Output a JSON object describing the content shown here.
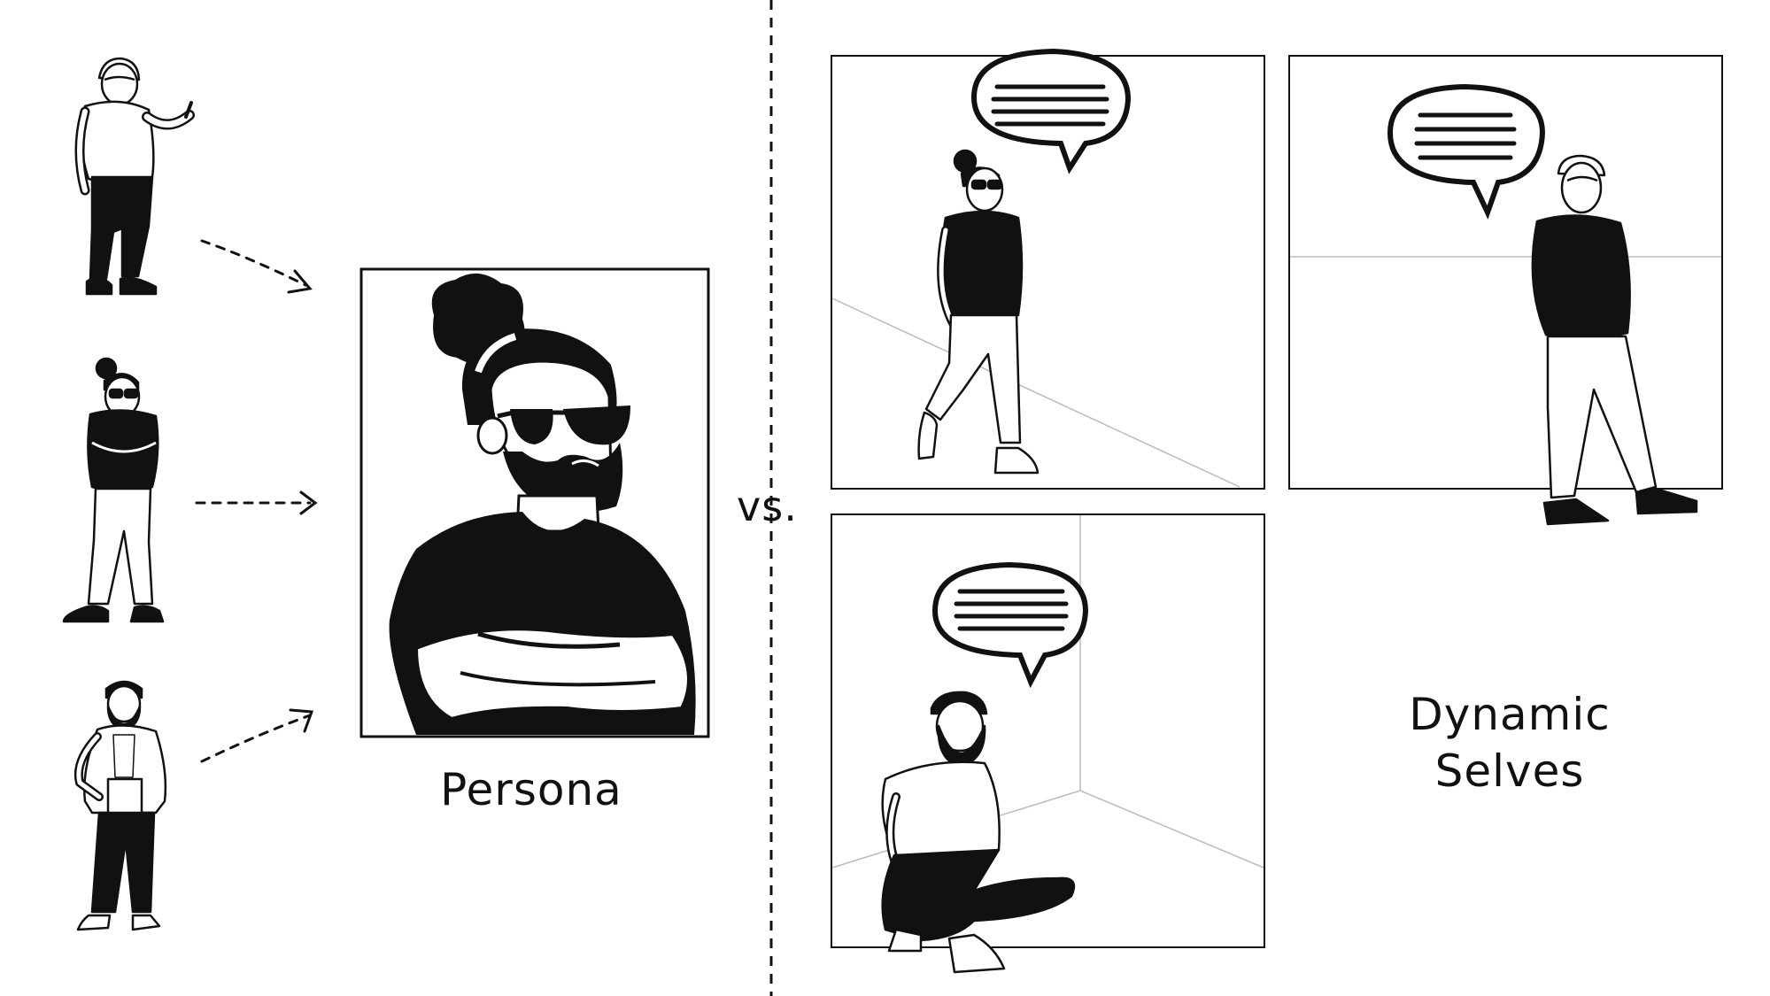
{
  "left": {
    "persona_label": "Persona",
    "individuals": [
      {
        "icon": "beanie-man-pointing-icon"
      },
      {
        "icon": "bun-woman-sunglasses-icon"
      },
      {
        "icon": "bearded-man-blazer-icon"
      }
    ],
    "portrait_icon": "bearded-man-sunglasses-arms-crossed-icon"
  },
  "divider": {
    "vs_label": "vs."
  },
  "right": {
    "label_line1": "Dynamic",
    "label_line2": "Selves",
    "panels": [
      {
        "icon": "woman-walking-speech-bubble-icon"
      },
      {
        "icon": "man-standing-speech-bubble-icon"
      },
      {
        "icon": "man-sitting-speech-bubble-icon"
      }
    ]
  },
  "colors": {
    "ink": "#111111",
    "background": "#ffffff",
    "panel_line": "#bbbbbb"
  }
}
